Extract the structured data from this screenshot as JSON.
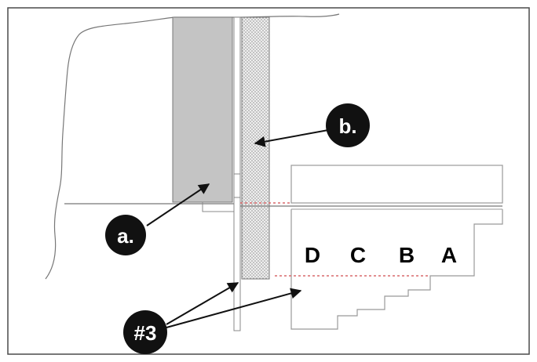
{
  "callouts": {
    "a": "a.",
    "b": "b.",
    "ref": "#3"
  },
  "steps": [
    "D",
    "C",
    "B",
    "A"
  ],
  "colors": {
    "frame": "#4a4a4a",
    "outline": "#8a8a8a",
    "shaded": "#c4c4c4",
    "stipple": "#9a9a9a",
    "dashed": "#d9696b",
    "badge": "#111111"
  }
}
